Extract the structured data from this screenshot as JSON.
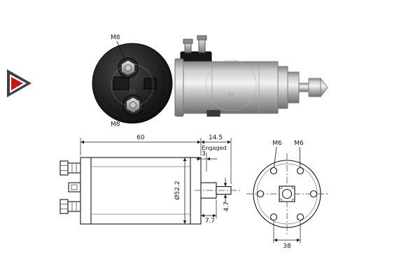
{
  "photos": {
    "back_view": {
      "label_top": "M8",
      "label_bottom": "M8",
      "watermark": "M"
    },
    "side_view": {
      "watermark": "M"
    }
  },
  "drawings": {
    "side_section": {
      "dim_length": "60",
      "dim_travel": "14.5",
      "state_label": "Engaged",
      "dim_step": "3",
      "dim_diameter": "Ø52.2",
      "dim_shaft_dia": "4.7",
      "dim_shaft_len": "7.7"
    },
    "front_view": {
      "thread_left": "M6",
      "thread_right": "M6",
      "dim_bolt_spacing": "38"
    }
  },
  "colors": {
    "accent_red": "#c41818",
    "logo_dark": "#3f3f3f",
    "line": "#1a1a1a"
  }
}
